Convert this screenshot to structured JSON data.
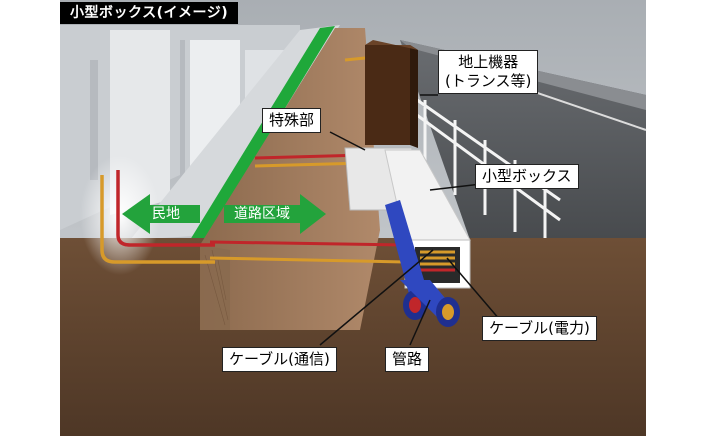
{
  "title": "小型ボックス(イメージ)",
  "labels": {
    "ground_equipment_line1": "地上機器",
    "ground_equipment_line2": "(トランス等)",
    "special_section": "特殊部",
    "small_box": "小型ボックス",
    "private_land": "民地",
    "road_area": "道路区域",
    "cable_power": "ケーブル(電力)",
    "cable_comm": "ケーブル(通信)",
    "conduit": "管路"
  },
  "colors": {
    "background": "#ffffff",
    "soil": "#7a5a40",
    "sky_building": "#cfd3d7",
    "road": "#55585c",
    "green_strip": "#1fa83a",
    "arrow_green": "#23a33c",
    "power_cable": "#c0262a",
    "comm_cable": "#d79a2a",
    "conduit_blue": "#2f48c0",
    "equipment_brown": "#4a2a15"
  }
}
